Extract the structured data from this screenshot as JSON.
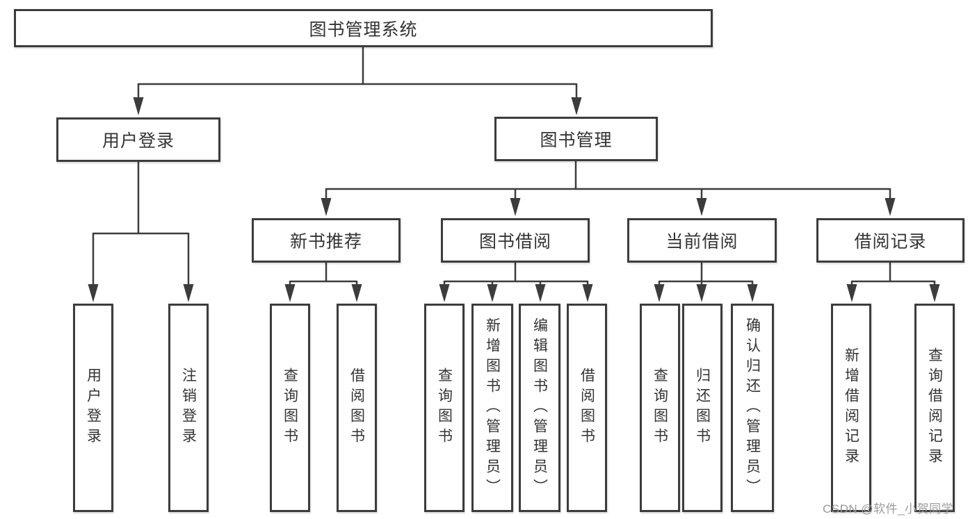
{
  "diagram": {
    "root": {
      "label": "图书管理系统",
      "children": [
        {
          "label": "用户登录",
          "children": [
            {
              "label": "用户登录"
            },
            {
              "label": "注销登录"
            }
          ]
        },
        {
          "label": "图书管理",
          "children": [
            {
              "label": "新书推荐",
              "children": [
                {
                  "label": "查询图书"
                },
                {
                  "label": "借阅图书"
                }
              ]
            },
            {
              "label": "图书借阅",
              "children": [
                {
                  "label": "查询图书"
                },
                {
                  "label": "新增图书（管理员）"
                },
                {
                  "label": "编辑图书（管理员）"
                },
                {
                  "label": "借阅图书"
                }
              ]
            },
            {
              "label": "当前借阅",
              "children": [
                {
                  "label": "查询图书"
                },
                {
                  "label": "归还图书"
                },
                {
                  "label": "确认归还（管理员）"
                }
              ]
            },
            {
              "label": "借阅记录",
              "children": [
                {
                  "label": "新增借阅记录"
                },
                {
                  "label": "查询借阅记录"
                }
              ]
            }
          ]
        }
      ]
    }
  },
  "watermark": {
    "text": "CSDN @软件_小贺同学"
  },
  "style": {
    "line_color": "#3c3c3c",
    "box_border_color": "#3c3c3c",
    "text_color": "#333333",
    "background": "#ffffff",
    "watermark_color": "#9b9b9b"
  }
}
